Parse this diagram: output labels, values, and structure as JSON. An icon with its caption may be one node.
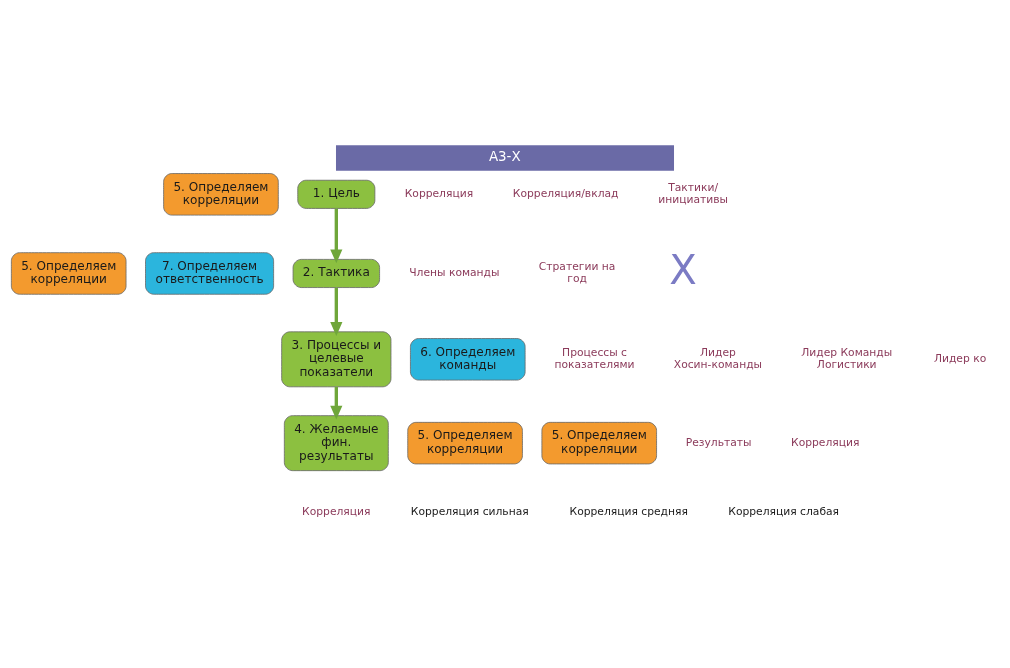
{
  "diagram": {
    "title": "А3-Х",
    "nodes": [
      {
        "text": [
          "5. Определяем корреляции"
        ]
      },
      {
        "text": [
          "5. Определяем корреляции"
        ]
      },
      {
        "text": [
          "7. Определяем ответственность"
        ]
      },
      {
        "text": [
          "2. Тактика"
        ]
      },
      {
        "text": [
          "1. Цель"
        ]
      },
      {
        "text": [
          "3. Процессы и целевые показатели"
        ]
      },
      {
        "text": [
          "6. Определяем команды"
        ]
      },
      {
        "text": [
          "5. Определяем корреляции"
        ]
      },
      {
        "text": [
          "4. Желаемые фин. результаты"
        ]
      },
      {
        "text": [
          "5. Определяем корреляции"
        ]
      }
    ],
    "edges": [
      {
        "from": 4,
        "to": 3,
        "arrow": "to"
      },
      {
        "from": 3,
        "to": 5,
        "arrow": "to"
      },
      {
        "from": 5,
        "to": 8,
        "arrow": "to"
      }
    ],
    "labels": [
      "Корреляция",
      "Корреляция/вклад",
      "Тактики/ инициативы",
      "Члены команды",
      "Стратегии на год",
      "X",
      "Процессы с показателями",
      "Лидер Хосин-команды",
      "Лидер Команды Логистики",
      "Лидер ко",
      "Результаты",
      "Корреляция",
      "Корреляция"
    ],
    "legend": [
      {
        "text": "Корреляция сильная"
      },
      {
        "text": "Корреляция средняя"
      },
      {
        "text": "Корреляция слабая"
      }
    ]
  }
}
